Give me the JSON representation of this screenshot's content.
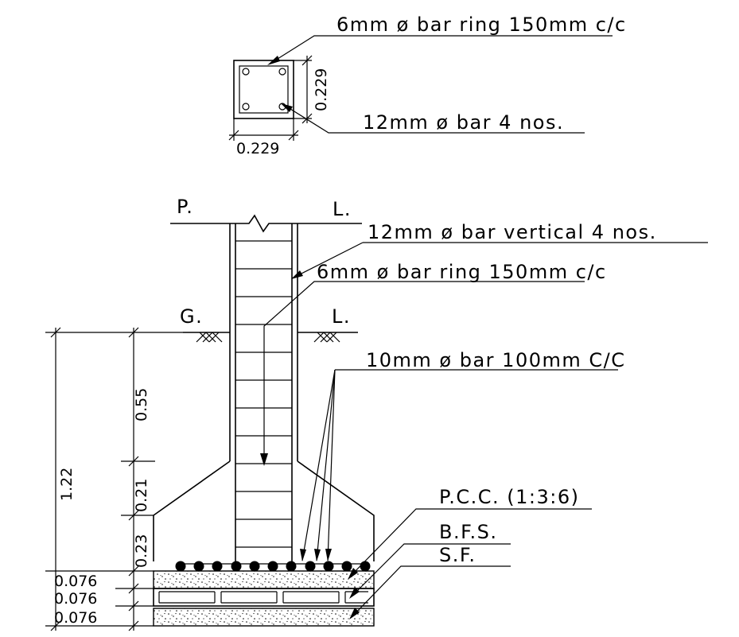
{
  "column_section": {
    "ring_label": "6mm  ø  bar  ring  150mm  c/c",
    "bars_label": "12mm  ø  bar  4  nos.",
    "dim_height": "0.229",
    "dim_width": "0.229"
  },
  "elevation": {
    "plinth_p": "P.",
    "plinth_l": "L.",
    "vertical_label": "12mm  ø  bar  vertical  4  nos.",
    "ring_label": "6mm  ø  bar  ring  150mm  c/c",
    "ground_g": "G.",
    "ground_l": "L.",
    "mesh_label": "10mm  ø  bar  100mm  C/C",
    "pcc_label": "P.C.C.  (1:3:6)",
    "bfs_label": "B.F.S.",
    "sf_label": "S.F."
  },
  "dimensions": {
    "total": "1.22",
    "d055": "0.55",
    "d021": "0.21",
    "d023": "0.23",
    "pcc": "0.076",
    "bfs": "0.076",
    "sf": "0.076"
  }
}
